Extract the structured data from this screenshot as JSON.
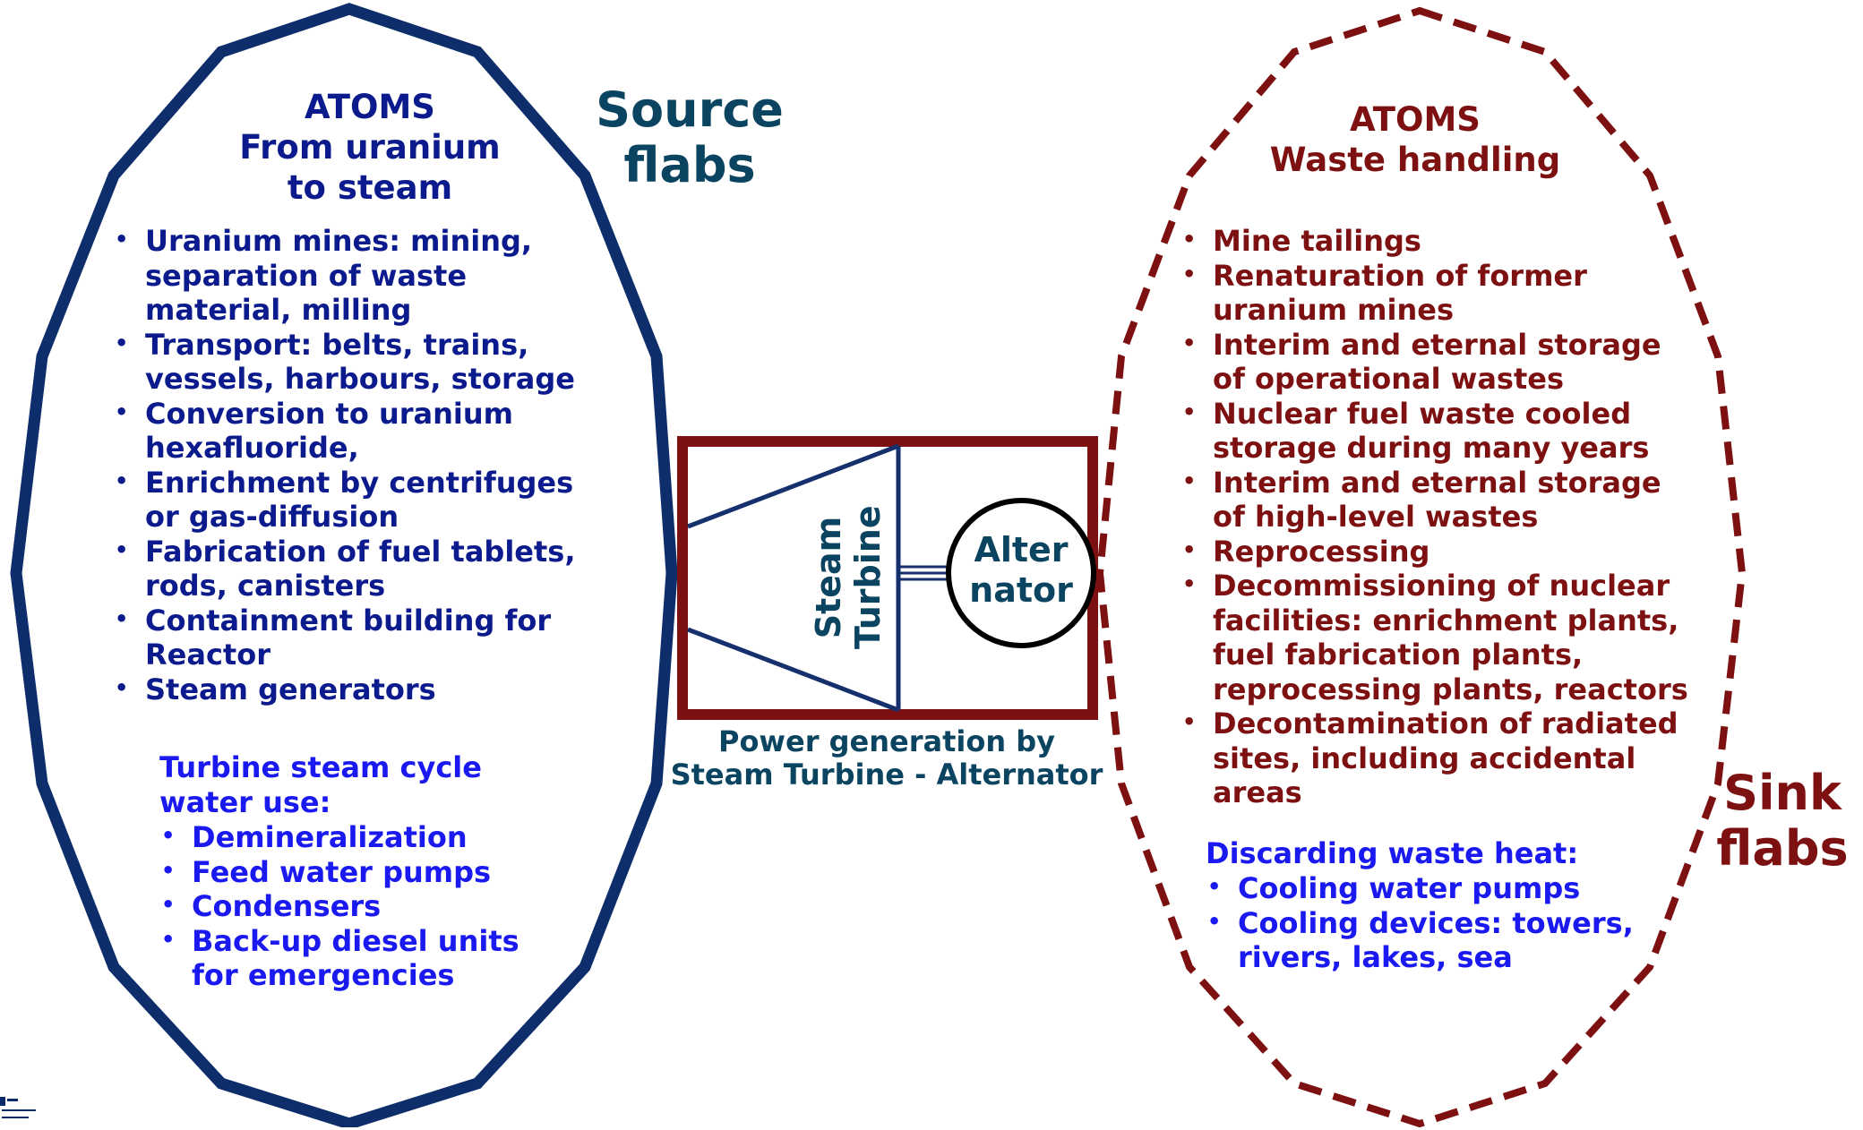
{
  "source": {
    "label": "Source\nflabs",
    "title": "ATOMS\nFrom uranium\nto steam",
    "items": [
      "Uranium mines: mining, separation of waste material, milling",
      "Transport: belts, trains, vessels, harbours, storage",
      "Conversion to uranium hexafluoride,",
      "Enrichment by centrifuges or gas-diffusion",
      "Fabrication of fuel tablets, rods, canisters",
      "Containment building for Reactor",
      "Steam generators"
    ],
    "water_title": "Turbine steam cycle\nwater use:",
    "water_items": [
      "Demineralization",
      "Feed water pumps",
      "Condensers",
      "Back-up diesel units for emergencies"
    ]
  },
  "center": {
    "turbine_label": "Steam\nTurbine",
    "alternator_label": "Alter\nnator",
    "caption": "Power generation by\nSteam Turbine - Alternator"
  },
  "sink": {
    "label": "Sink\nflabs",
    "title": "ATOMS\nWaste handling",
    "items": [
      "Mine tailings",
      "Renaturation of former uranium mines",
      "Interim and eternal storage of operational wastes",
      "Nuclear fuel waste cooled storage during many years",
      "Interim and eternal storage of high-level wastes",
      "Reprocessing",
      "Decommissioning of nuclear facilities: enrichment plants, fuel fabrication plants, reprocessing plants, reactors",
      "Decontamination of radiated sites, including accidental areas"
    ],
    "heat_title": "Discarding waste heat:",
    "heat_items": [
      "Cooling water pumps",
      "Cooling devices: towers, rivers, lakes, sea"
    ]
  },
  "colors": {
    "source_outline": "#0e2d6b",
    "sink_outline": "#7d1010",
    "box_outline": "#7d1010",
    "turbine_lines": "#16306e",
    "source_text": "#0b1a8c",
    "water_text": "#1a1af0",
    "sink_text": "#7d1010",
    "label_teal": "#0b4460"
  }
}
